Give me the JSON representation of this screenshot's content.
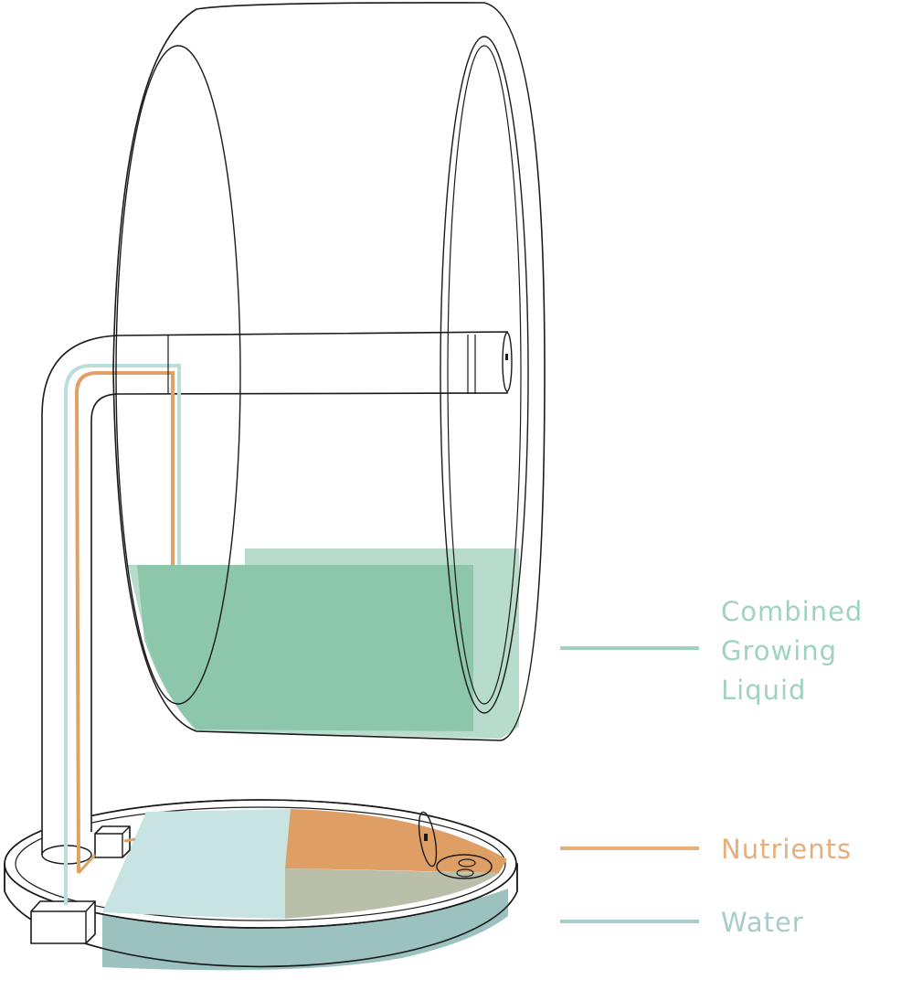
{
  "legend": [
    {
      "key": "combined",
      "label": "Combined\nGrowing\nLiquid",
      "color": "#9fd3c0"
    },
    {
      "key": "nutrients",
      "label": "Nutrients",
      "color": "#e6ae7b"
    },
    {
      "key": "water",
      "label": "Water",
      "color": "#a7ccc9"
    }
  ],
  "colors": {
    "outline": "#1a1a1a",
    "combined_fill": "#86c3a6",
    "combined_light": "#b7dccb",
    "nutrient_fill": "#df9e63",
    "nutrient_line": "#e0a169",
    "water_fill": "#c7e4e2",
    "water_dark": "#97bfbd",
    "water_line": "#b9dfdd",
    "mixed_fill": "#b9bfa8"
  }
}
